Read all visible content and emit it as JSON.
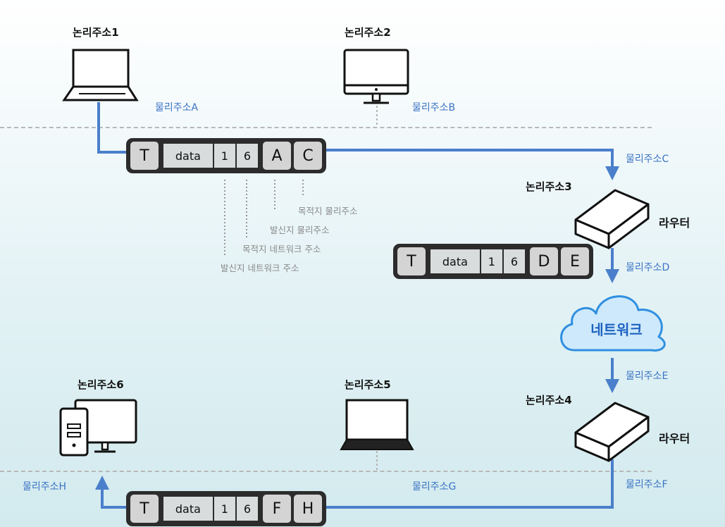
{
  "logical_addresses": {
    "la1": "논리주소1",
    "la2": "논리주소2",
    "la3": "논리주소3",
    "la4": "논리주소4",
    "la5": "논리주소5",
    "la6": "논리주소6"
  },
  "physical_addresses": {
    "pa_a": "물리주소A",
    "pa_b": "물리주소B",
    "pa_c": "물리주소C",
    "pa_d": "물리주소D",
    "pa_e": "물리주소E",
    "pa_f": "물리주소F",
    "pa_g": "물리주소G",
    "pa_h": "물리주소H"
  },
  "routers": {
    "r1": "라우터",
    "r2": "라우터"
  },
  "network_label": "네트워크",
  "packets": {
    "p1": {
      "t": "T",
      "data": "data",
      "src_net": "1",
      "dst_net": "6",
      "src_mac": "A",
      "dst_mac": "C"
    },
    "p2": {
      "t": "T",
      "data": "data",
      "src_net": "1",
      "dst_net": "6",
      "src_mac": "D",
      "dst_mac": "E"
    },
    "p3": {
      "t": "T",
      "data": "data",
      "src_net": "1",
      "dst_net": "6",
      "src_mac": "F",
      "dst_mac": "H"
    }
  },
  "annotations": {
    "dst_physical": "목적지 물리주소",
    "src_physical": "발신지 물리주소",
    "dst_network": "목적지 네트워크 주소",
    "src_network": "발신지 네트워크 주소"
  },
  "colors": {
    "link": "#4a7fcb",
    "physical_text": "#3b73c4",
    "packet_frame": "#2c2c2c",
    "cloud_fill": "#cde9fb",
    "cloud_stroke": "#2f8fe0"
  }
}
